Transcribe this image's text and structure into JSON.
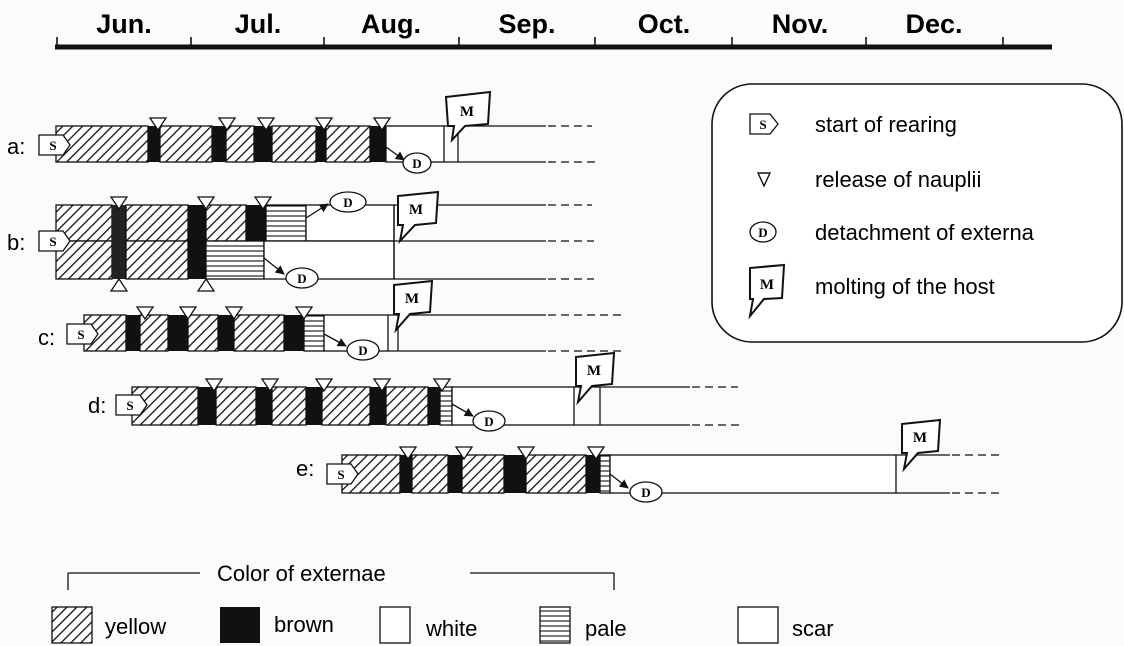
{
  "months": [
    "Jun.",
    "Jul.",
    "Aug.",
    "Sep.",
    "Oct.",
    "Nov.",
    "Dec."
  ],
  "symbols": {
    "start": "S",
    "detach": "D",
    "molt": "M"
  },
  "legend": {
    "start": "start of rearing",
    "release": "release of nauplii",
    "detach": "detachment of externa",
    "molt": "molting of the host"
  },
  "color_title": "Color of externae",
  "colors": {
    "yellow": "yellow",
    "brown": "brown",
    "white": "white",
    "pale": "pale",
    "scar": "scar"
  },
  "rows": [
    {
      "label": "a:"
    },
    {
      "label": "b:"
    },
    {
      "label": "c:"
    },
    {
      "label": "d:"
    },
    {
      "label": "e:"
    }
  ]
}
